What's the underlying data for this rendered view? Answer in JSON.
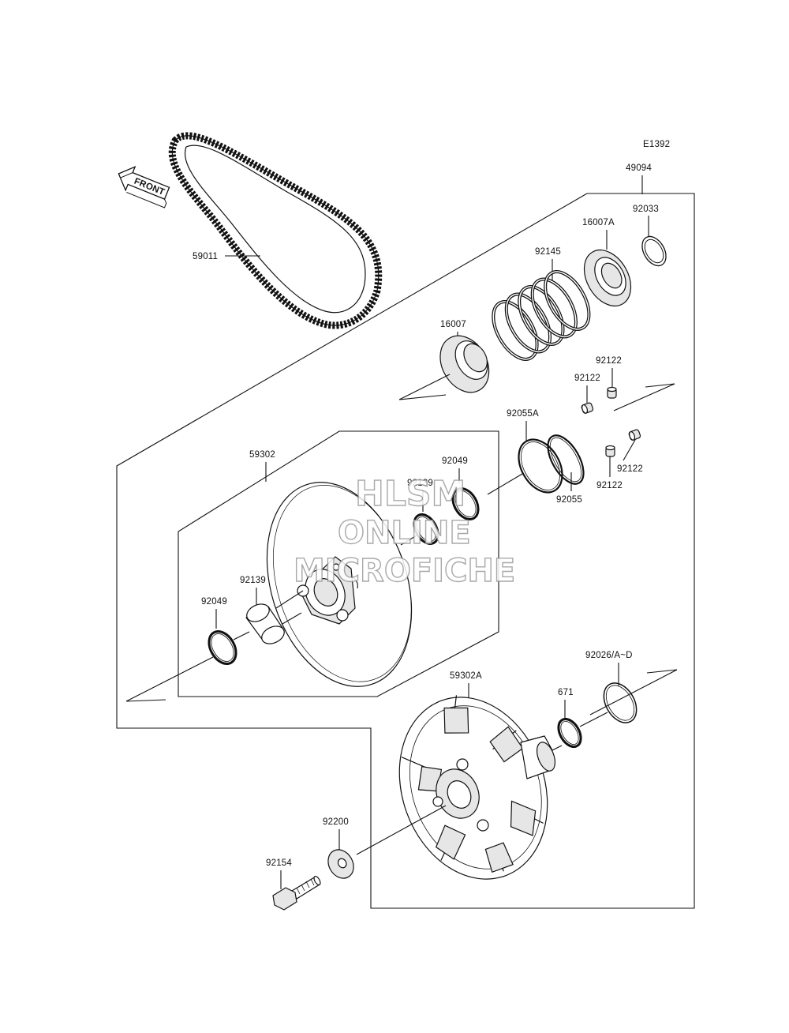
{
  "diagram_code": "E1392",
  "front_label": "FRONT",
  "watermark": {
    "line1": "HLSM",
    "line2": "ONLINE",
    "line3": "MICROFICHE"
  },
  "labels": {
    "p49094": "49094",
    "p59011": "59011",
    "p92033": "92033",
    "p16007A": "16007A",
    "p92145": "92145",
    "p16007": "16007",
    "p92122_a": "92122",
    "p92122_b": "92122",
    "p92122_c": "92122",
    "p92122_d": "92122",
    "p92055A": "92055A",
    "p92055": "92055",
    "p59302": "59302",
    "p92049_a": "92049",
    "p92139_a": "92139",
    "p92139_b": "92139",
    "p92049_b": "92049",
    "p92026": "92026/A~D",
    "p59302A": "59302A",
    "p671": "671",
    "p92200": "92200",
    "p92154": "92154"
  }
}
